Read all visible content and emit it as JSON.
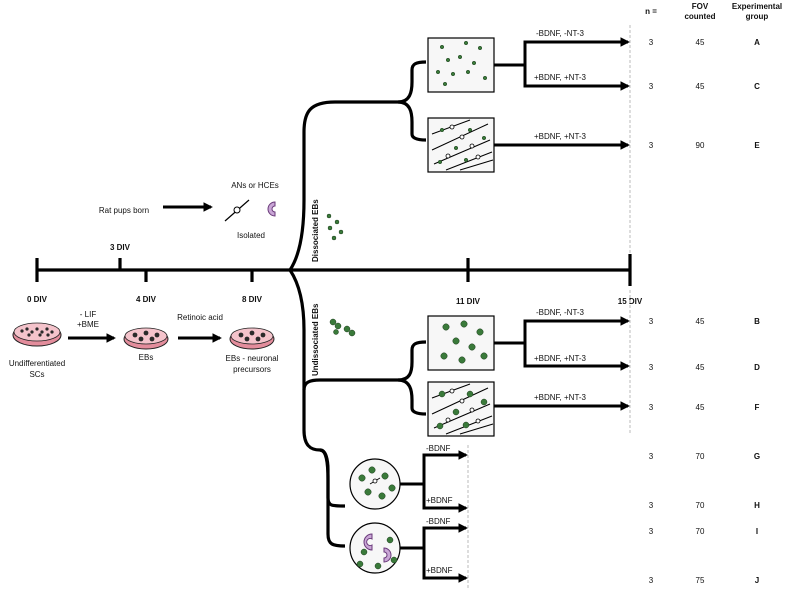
{
  "table_header": {
    "n": "n =",
    "fov_line1": "FOV",
    "fov_line2": "counted",
    "group_line1": "Experimental",
    "group_line2": "group"
  },
  "timeline": {
    "day0": "0 DIV",
    "day3": "3 DIV",
    "day4": "4 DIV",
    "day8": "8 DIV",
    "day11": "11 DIV",
    "day15": "15 DIV"
  },
  "steps": {
    "lif_line1": "- LIF",
    "lif_line2": "+BME",
    "retinoic": "Retinoic acid",
    "undiff_line1": "Undifferentiated",
    "undiff_line2": "SCs",
    "ebs": "EBs",
    "precursor_line1": "EBs - neuronal",
    "precursor_line2": "precursors",
    "rat_pups": "Rat pups born",
    "ans_hces": "ANs  or  HCEs",
    "isolated": "Isolated"
  },
  "branches": {
    "dissociated": "Dissociated EBs",
    "undissociated": "Undissociated EBs"
  },
  "treatments": {
    "minus_both": "-BDNF, -NT-3",
    "plus_both": "+BDNF, +NT-3",
    "minus_bdnf": "-BDNF",
    "plus_bdnf": "+BDNF"
  },
  "rows": [
    {
      "n": "3",
      "fov": "45",
      "group": "A"
    },
    {
      "n": "3",
      "fov": "45",
      "group": "C"
    },
    {
      "n": "3",
      "fov": "90",
      "group": "E"
    },
    {
      "n": "3",
      "fov": "45",
      "group": "B"
    },
    {
      "n": "3",
      "fov": "45",
      "group": "D"
    },
    {
      "n": "3",
      "fov": "45",
      "group": "F"
    },
    {
      "n": "3",
      "fov": "70",
      "group": "G"
    },
    {
      "n": "3",
      "fov": "70",
      "group": "H"
    },
    {
      "n": "3",
      "fov": "70",
      "group": "I"
    },
    {
      "n": "3",
      "fov": "75",
      "group": "J"
    }
  ],
  "colors": {
    "cell_green": "#3a7a3a",
    "dish_pink": "#d9788a",
    "hce_purple": "#8a4aa0"
  }
}
